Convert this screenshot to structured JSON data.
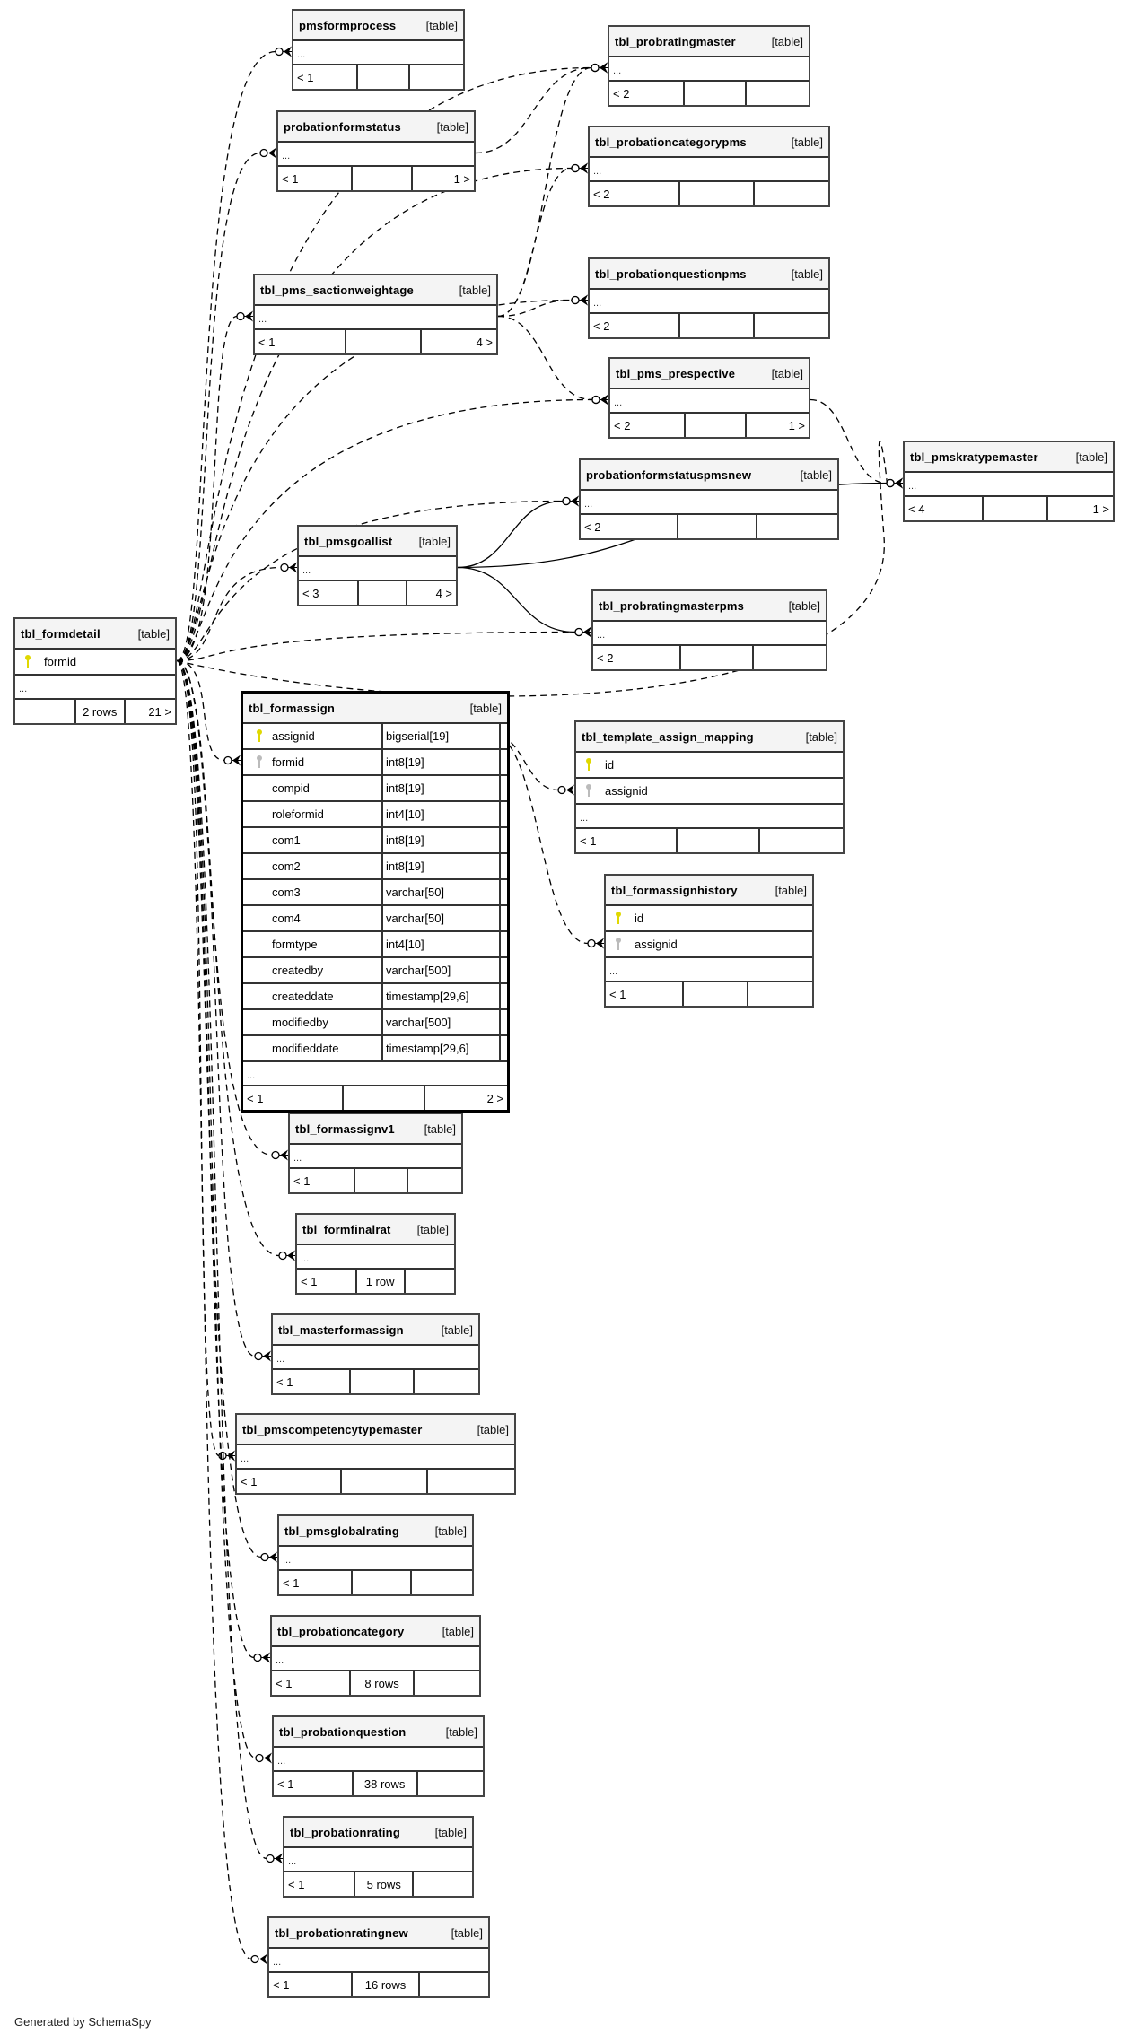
{
  "diagram": {
    "focus_table": "tbl_formassign",
    "credit": "Generated by SchemaSpy",
    "kind_label": "[table]",
    "ellipsis": "...",
    "key_icons": {
      "primary": "primary-key-icon",
      "foreign": "foreign-key-icon"
    },
    "colors": {
      "primary_key": "#e0d800",
      "foreign_key": "#bbbbbb",
      "header_bg": "#f4f4f4",
      "border": "#333333"
    }
  },
  "tables": [
    {
      "id": "pmsformprocess",
      "name": "pmsformprocess",
      "columns": [],
      "parents": "< 1",
      "rows": "",
      "children": ""
    },
    {
      "id": "tbl_probratingmaster",
      "name": "tbl_probratingmaster",
      "columns": [],
      "parents": "< 2",
      "rows": "",
      "children": ""
    },
    {
      "id": "probationformstatus",
      "name": "probationformstatus",
      "columns": [],
      "parents": "< 1",
      "rows": "",
      "children": "1 >"
    },
    {
      "id": "tbl_probationcategorypms",
      "name": "tbl_probationcategorypms",
      "columns": [],
      "parents": "< 2",
      "rows": "",
      "children": ""
    },
    {
      "id": "tbl_pms_sactionweightage",
      "name": "tbl_pms_sactionweightage",
      "columns": [],
      "parents": "< 1",
      "rows": "",
      "children": "4 >"
    },
    {
      "id": "tbl_probationquestionpms",
      "name": "tbl_probationquestionpms",
      "columns": [],
      "parents": "< 2",
      "rows": "",
      "children": ""
    },
    {
      "id": "tbl_pms_prespective",
      "name": "tbl_pms_prespective",
      "columns": [],
      "parents": "< 2",
      "rows": "",
      "children": "1 >"
    },
    {
      "id": "tbl_pmskratypemaster",
      "name": "tbl_pmskratypemaster",
      "columns": [],
      "parents": "< 4",
      "rows": "",
      "children": "1 >"
    },
    {
      "id": "probationformstatuspmsnew",
      "name": "probationformstatuspmsnew",
      "columns": [],
      "parents": "< 2",
      "rows": "",
      "children": ""
    },
    {
      "id": "tbl_pmsgoallist",
      "name": "tbl_pmsgoallist",
      "columns": [],
      "parents": "< 3",
      "rows": "",
      "children": "4 >"
    },
    {
      "id": "tbl_probratingmasterpms",
      "name": "tbl_probratingmasterpms",
      "columns": [],
      "parents": "< 2",
      "rows": "",
      "children": ""
    },
    {
      "id": "tbl_formdetail",
      "name": "tbl_formdetail",
      "columns": [
        {
          "name": "formid",
          "key": "primary"
        }
      ],
      "parents": "",
      "rows": "2 rows",
      "children": "21 >"
    },
    {
      "id": "tbl_formassign",
      "name": "tbl_formassign",
      "focus": true,
      "columns": [
        {
          "name": "assignid",
          "type": "bigserial[19]",
          "key": "primary"
        },
        {
          "name": "formid",
          "type": "int8[19]",
          "key": "foreign"
        },
        {
          "name": "compid",
          "type": "int8[19]",
          "key": ""
        },
        {
          "name": "roleformid",
          "type": "int4[10]",
          "key": ""
        },
        {
          "name": "com1",
          "type": "int8[19]",
          "key": ""
        },
        {
          "name": "com2",
          "type": "int8[19]",
          "key": ""
        },
        {
          "name": "com3",
          "type": "varchar[50]",
          "key": ""
        },
        {
          "name": "com4",
          "type": "varchar[50]",
          "key": ""
        },
        {
          "name": "formtype",
          "type": "int4[10]",
          "key": ""
        },
        {
          "name": "createdby",
          "type": "varchar[500]",
          "key": ""
        },
        {
          "name": "createddate",
          "type": "timestamp[29,6]",
          "key": ""
        },
        {
          "name": "modifiedby",
          "type": "varchar[500]",
          "key": ""
        },
        {
          "name": "modifieddate",
          "type": "timestamp[29,6]",
          "key": ""
        }
      ],
      "parents": "< 1",
      "rows": "",
      "children": "2 >"
    },
    {
      "id": "tbl_template_assign_mapping",
      "name": "tbl_template_assign_mapping",
      "columns": [
        {
          "name": "id",
          "key": "primary"
        },
        {
          "name": "assignid",
          "key": "foreign"
        }
      ],
      "parents": "< 1",
      "rows": "",
      "children": ""
    },
    {
      "id": "tbl_formassignhistory",
      "name": "tbl_formassignhistory",
      "columns": [
        {
          "name": "id",
          "key": "primary"
        },
        {
          "name": "assignid",
          "key": "foreign"
        }
      ],
      "parents": "< 1",
      "rows": "",
      "children": ""
    },
    {
      "id": "tbl_formassignv1",
      "name": "tbl_formassignv1",
      "columns": [],
      "parents": "< 1",
      "rows": "",
      "children": ""
    },
    {
      "id": "tbl_formfinalrat",
      "name": "tbl_formfinalrat",
      "columns": [],
      "parents": "< 1",
      "rows": "1 row",
      "children": ""
    },
    {
      "id": "tbl_masterformassign",
      "name": "tbl_masterformassign",
      "columns": [],
      "parents": "< 1",
      "rows": "",
      "children": ""
    },
    {
      "id": "tbl_pmscompetencytypemaster",
      "name": "tbl_pmscompetencytypemaster",
      "columns": [],
      "parents": "< 1",
      "rows": "",
      "children": ""
    },
    {
      "id": "tbl_pmsglobalrating",
      "name": "tbl_pmsglobalrating",
      "columns": [],
      "parents": "< 1",
      "rows": "",
      "children": ""
    },
    {
      "id": "tbl_probationcategory",
      "name": "tbl_probationcategory",
      "columns": [],
      "parents": "< 1",
      "rows": "8 rows",
      "children": ""
    },
    {
      "id": "tbl_probationquestion",
      "name": "tbl_probationquestion",
      "columns": [],
      "parents": "< 1",
      "rows": "38 rows",
      "children": ""
    },
    {
      "id": "tbl_probationrating",
      "name": "tbl_probationrating",
      "columns": [],
      "parents": "< 1",
      "rows": "5 rows",
      "children": ""
    },
    {
      "id": "tbl_probationratingnew",
      "name": "tbl_probationratingnew",
      "columns": [],
      "parents": "< 1",
      "rows": "16 rows",
      "children": ""
    }
  ],
  "relationships": [
    {
      "from": "tbl_formdetail",
      "to": "pmsformprocess",
      "style": "dashed"
    },
    {
      "from": "tbl_formdetail",
      "to": "probationformstatus",
      "style": "dashed"
    },
    {
      "from": "tbl_formdetail",
      "to": "tbl_probratingmaster",
      "style": "dashed"
    },
    {
      "from": "tbl_formdetail",
      "to": "tbl_probationcategorypms",
      "style": "dashed"
    },
    {
      "from": "tbl_formdetail",
      "to": "tbl_pms_sactionweightage",
      "style": "dashed"
    },
    {
      "from": "tbl_formdetail",
      "to": "tbl_probationquestionpms",
      "style": "dashed"
    },
    {
      "from": "tbl_formdetail",
      "to": "tbl_pms_prespective",
      "style": "dashed"
    },
    {
      "from": "tbl_formdetail",
      "to": "probationformstatuspmsnew",
      "style": "dashed"
    },
    {
      "from": "tbl_formdetail",
      "to": "tbl_pmsgoallist",
      "style": "dashed"
    },
    {
      "from": "tbl_formdetail",
      "to": "tbl_probratingmasterpms",
      "style": "dashed"
    },
    {
      "from": "tbl_formdetail",
      "to": "tbl_pmskratypemaster",
      "style": "dashed"
    },
    {
      "from": "tbl_formdetail",
      "to": "tbl_formassign",
      "style": "dashed"
    },
    {
      "from": "tbl_formdetail",
      "to": "tbl_formassignv1",
      "style": "dashed"
    },
    {
      "from": "tbl_formdetail",
      "to": "tbl_formfinalrat",
      "style": "dashed"
    },
    {
      "from": "tbl_formdetail",
      "to": "tbl_masterformassign",
      "style": "dashed"
    },
    {
      "from": "tbl_formdetail",
      "to": "tbl_pmscompetencytypemaster",
      "style": "dashed"
    },
    {
      "from": "tbl_formdetail",
      "to": "tbl_pmsglobalrating",
      "style": "dashed"
    },
    {
      "from": "tbl_formdetail",
      "to": "tbl_probationcategory",
      "style": "dashed"
    },
    {
      "from": "tbl_formdetail",
      "to": "tbl_probationquestion",
      "style": "dashed"
    },
    {
      "from": "tbl_formdetail",
      "to": "tbl_probationrating",
      "style": "dashed"
    },
    {
      "from": "tbl_formdetail",
      "to": "tbl_probationratingnew",
      "style": "dashed"
    },
    {
      "from": "probationformstatus",
      "to": "tbl_probratingmaster",
      "style": "dashed"
    },
    {
      "from": "tbl_pms_sactionweightage",
      "to": "tbl_probratingmaster",
      "style": "dashed"
    },
    {
      "from": "tbl_pms_sactionweightage",
      "to": "tbl_probationcategorypms",
      "style": "dashed"
    },
    {
      "from": "tbl_pms_sactionweightage",
      "to": "tbl_probationquestionpms",
      "style": "dashed"
    },
    {
      "from": "tbl_pms_sactionweightage",
      "to": "tbl_pms_prespective",
      "style": "dashed"
    },
    {
      "from": "tbl_pms_prespective",
      "to": "tbl_pmskratypemaster",
      "style": "dashed"
    },
    {
      "from": "tbl_pmsgoallist",
      "to": "probationformstatuspmsnew",
      "style": "solid"
    },
    {
      "from": "tbl_pmsgoallist",
      "to": "tbl_pmskratypemaster",
      "style": "solid"
    },
    {
      "from": "tbl_pmsgoallist",
      "to": "tbl_probratingmasterpms",
      "style": "solid"
    },
    {
      "from": "tbl_formassign",
      "to": "tbl_template_assign_mapping",
      "style": "dashed"
    },
    {
      "from": "tbl_formassign",
      "to": "tbl_formassignhistory",
      "style": "dashed"
    }
  ]
}
